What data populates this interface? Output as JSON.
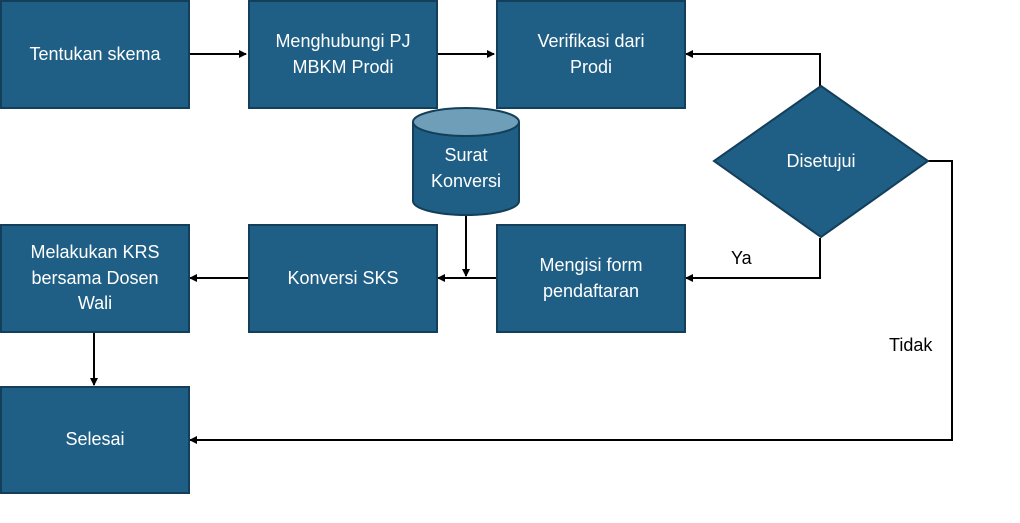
{
  "diagram": {
    "colors": {
      "process_fill": "#1f5f86",
      "process_border": "#143f5a",
      "database_top": "#6f9fb8",
      "connector": "#000000"
    },
    "nodes": {
      "tentukan_skema": "Tentukan skema",
      "menghubungi_pj": "Menghubungi PJ\nMBKM Prodi",
      "verifikasi": "Verifikasi dari\nProdi",
      "disetujui": "Disetujui",
      "surat_konversi": "Surat\nKonversi",
      "mengisi_form": "Mengisi form\npendaftaran",
      "konversi_sks": "Konversi SKS",
      "melakukan_krs": "Melakukan KRS\nbersama Dosen\nWali",
      "selesai": "Selesai"
    },
    "edge_labels": {
      "ya": "Ya",
      "tidak": "Tidak"
    }
  }
}
